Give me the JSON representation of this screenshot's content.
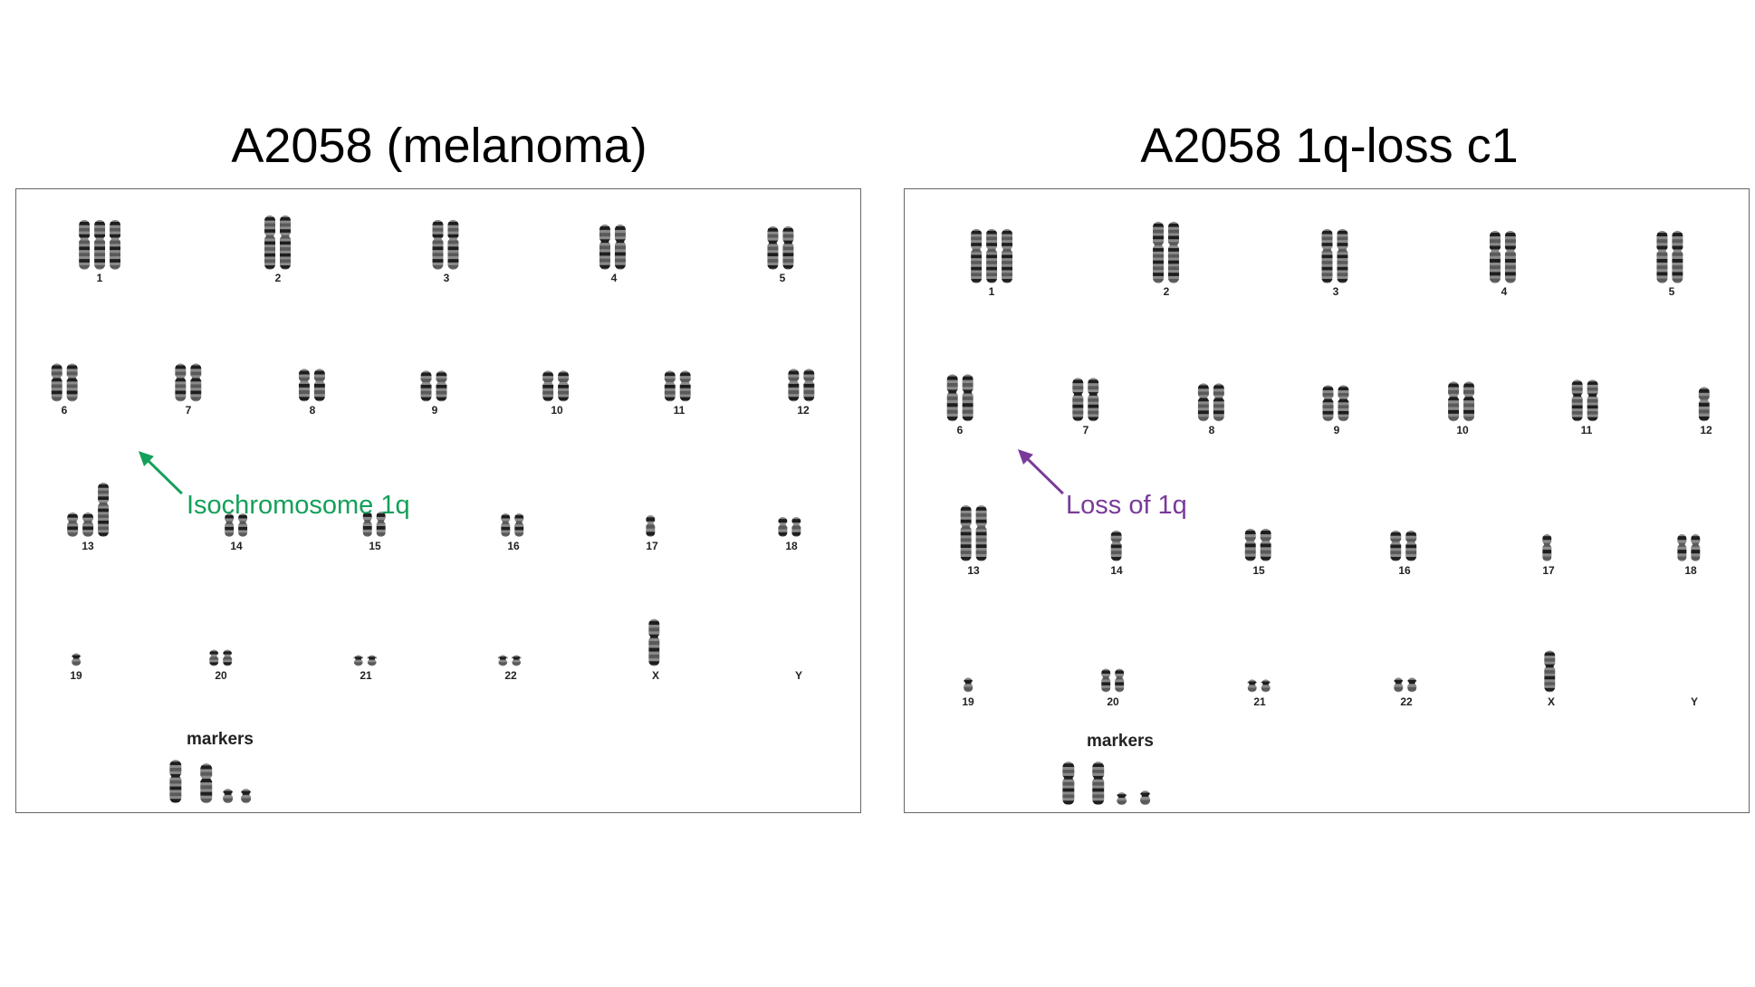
{
  "panels": [
    {
      "title": "A2058 (melanoma)",
      "annotation": {
        "text": "Isochromosome 1q",
        "color": "#14a05a"
      },
      "markers_label": "markers",
      "chromosome_labels": [
        "1",
        "2",
        "3",
        "4",
        "5",
        "6",
        "7",
        "8",
        "9",
        "10",
        "11",
        "12",
        "13",
        "14",
        "15",
        "16",
        "17",
        "18",
        "19",
        "20",
        "21",
        "22",
        "X",
        "Y"
      ]
    },
    {
      "title": "A2058 1q-loss c1",
      "annotation": {
        "text": "Loss of 1q",
        "color": "#7a3a9a"
      },
      "markers_label": "markers",
      "chromosome_labels": [
        "1",
        "2",
        "3",
        "4",
        "5",
        "6",
        "7",
        "8",
        "9",
        "10",
        "11",
        "12",
        "13",
        "14",
        "15",
        "16",
        "17",
        "18",
        "19",
        "20",
        "21",
        "22",
        "X",
        "Y"
      ]
    }
  ]
}
